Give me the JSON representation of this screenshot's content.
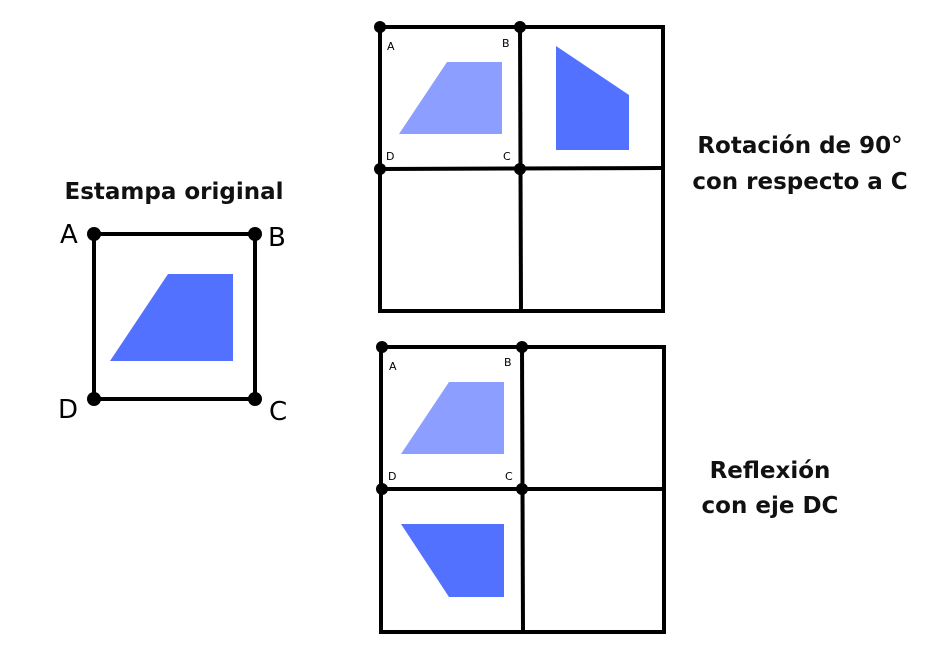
{
  "original": {
    "title": "Estampa original",
    "labels": {
      "a": "A",
      "b": "B",
      "c": "C",
      "d": "D"
    }
  },
  "rotation": {
    "caption_line1": "Rotación de 90°",
    "caption_line2": "con respecto a C",
    "labels": {
      "a": "A",
      "b": "B",
      "c": "C",
      "d": "D"
    }
  },
  "reflection": {
    "caption_line1": "Reflexión",
    "caption_line2": "con eje DC",
    "labels": {
      "a": "A",
      "b": "B",
      "c": "C",
      "d": "D"
    }
  },
  "colors": {
    "shape": "#5271FF",
    "shape_light": "#8C9EFF",
    "lines": "#000000"
  }
}
